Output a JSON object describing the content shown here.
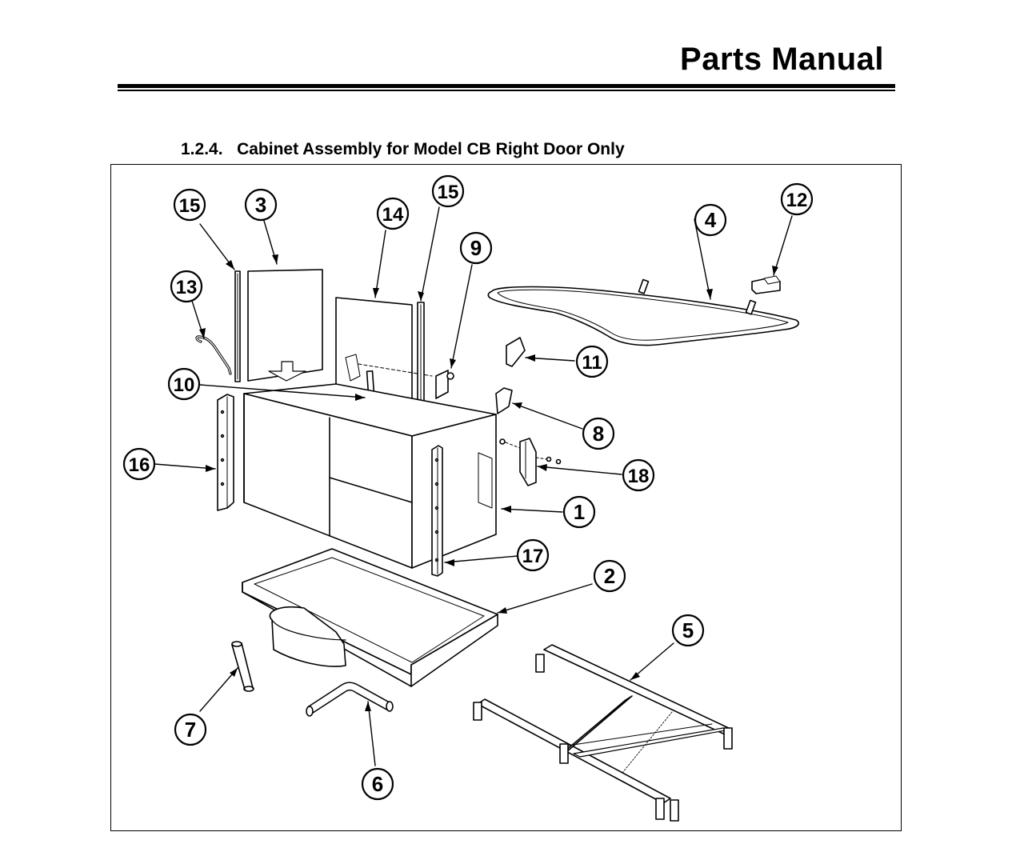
{
  "header": {
    "title": "Parts Manual"
  },
  "section": {
    "number": "1.2.4.",
    "title": "Cabinet Assembly for Model CB Right Door Only"
  },
  "callouts": [
    "15",
    "3",
    "14",
    "15",
    "12",
    "4",
    "9",
    "13",
    "11",
    "10",
    "8",
    "16",
    "18",
    "1",
    "17",
    "2",
    "5",
    "7",
    "6"
  ],
  "colors": {
    "ink": "#000000",
    "paper": "#ffffff"
  }
}
